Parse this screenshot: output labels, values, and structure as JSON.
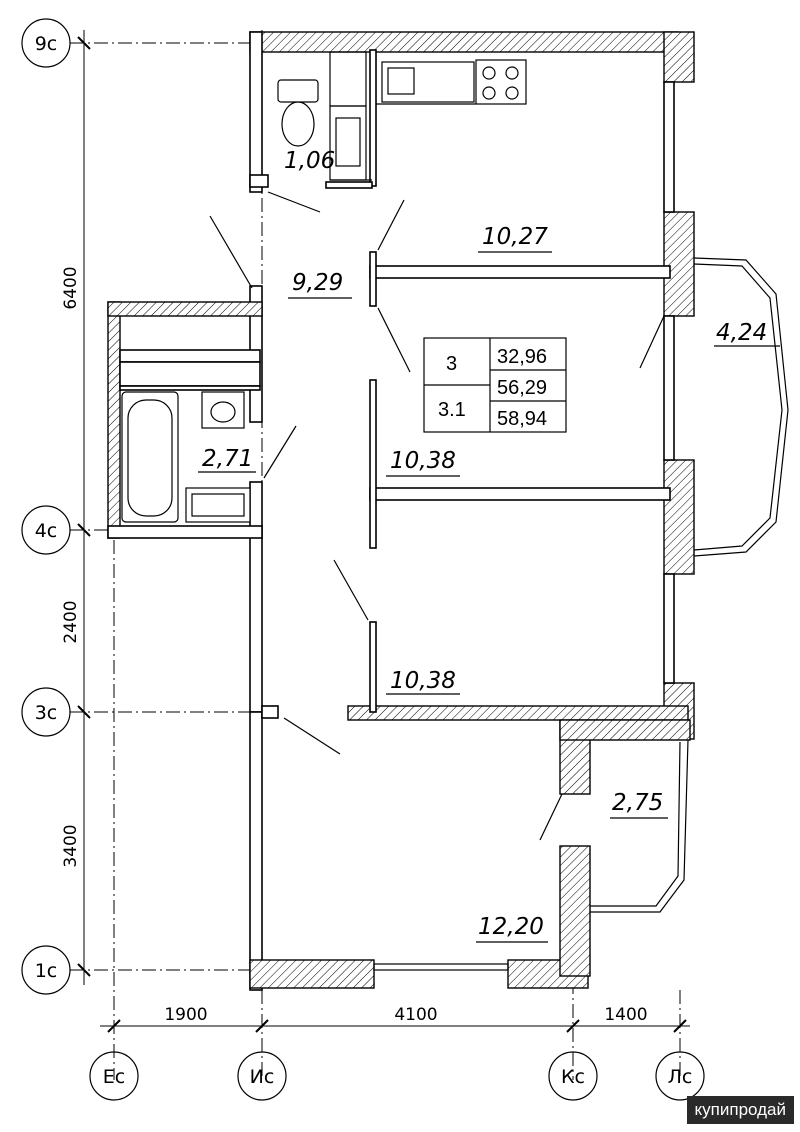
{
  "axes": {
    "rows": [
      "9с",
      "4с",
      "3с",
      "1с"
    ],
    "cols": [
      "Ес",
      "Ис",
      "Кс",
      "Лс"
    ]
  },
  "dimensions": {
    "vertical": [
      "6400",
      "2400",
      "3400"
    ],
    "horizontal": [
      "1900",
      "4100",
      "1400"
    ]
  },
  "rooms": {
    "wc": "1,06",
    "kitchen": "10,27",
    "hall": "9,29",
    "bath": "2,71",
    "room_mid": "10,38",
    "room_lower": "10,38",
    "room_bottom": "12,20",
    "loggia_bay": "4,24",
    "balcony": "2,75"
  },
  "summary_table": {
    "rooms": "3",
    "type": "3.1",
    "living_area": "32,96",
    "apartment_area": "56,29",
    "total_area": "58,94"
  },
  "watermark": "купипродай"
}
